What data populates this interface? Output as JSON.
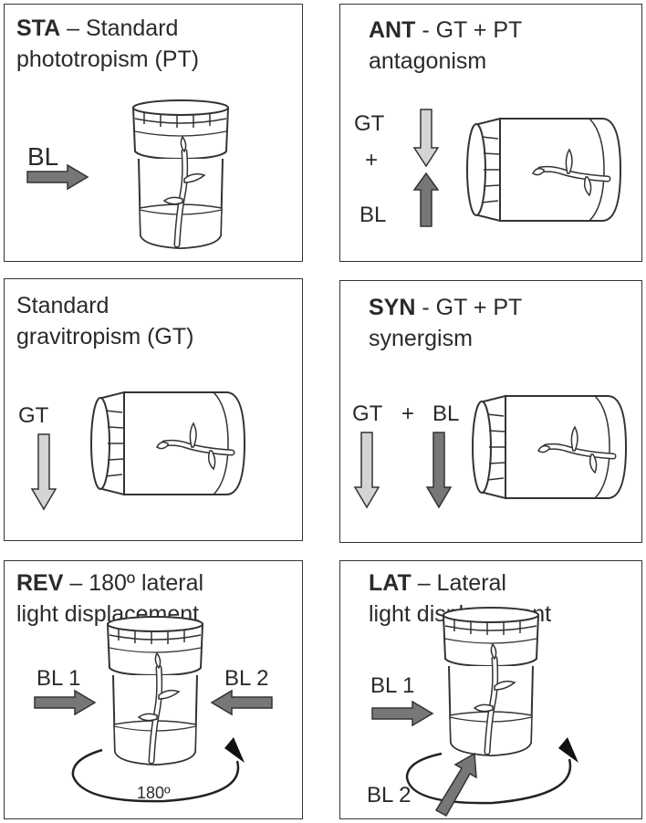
{
  "panels": {
    "sta": {
      "code": "STA",
      "title_rest": " – Standard",
      "title_line2": "phototropism (PT)",
      "bl": "BL"
    },
    "ant": {
      "code": "ANT",
      "title_rest": " -  GT + PT",
      "title_line2": "antagonism",
      "gt": "GT",
      "plus": "+",
      "bl": "BL"
    },
    "gt": {
      "title_line1": "Standard",
      "title_line2": "gravitropism (GT)",
      "gt": "GT"
    },
    "syn": {
      "code": "SYN",
      "title_rest": " -  GT + PT",
      "title_line2": "synergism",
      "gt": "GT",
      "plus": "+",
      "bl": "BL"
    },
    "rev": {
      "code": "REV",
      "title_rest": " – 180º lateral",
      "title_line2": "light displacement",
      "bl1": "BL 1",
      "bl2": "BL 2",
      "angle": "180º"
    },
    "lat": {
      "code": "LAT",
      "title_rest": " – Lateral",
      "title_line2": "light displacement",
      "bl1": "BL 1",
      "bl2": "BL 2"
    }
  },
  "colors": {
    "border": "#333333",
    "dark_arrow": "#777777",
    "light_arrow": "#d4d4d4",
    "stroke": "#333333"
  },
  "icons": [
    "upright-jar-icon",
    "horizontal-jar-icon",
    "rotation-arrow-icon"
  ]
}
